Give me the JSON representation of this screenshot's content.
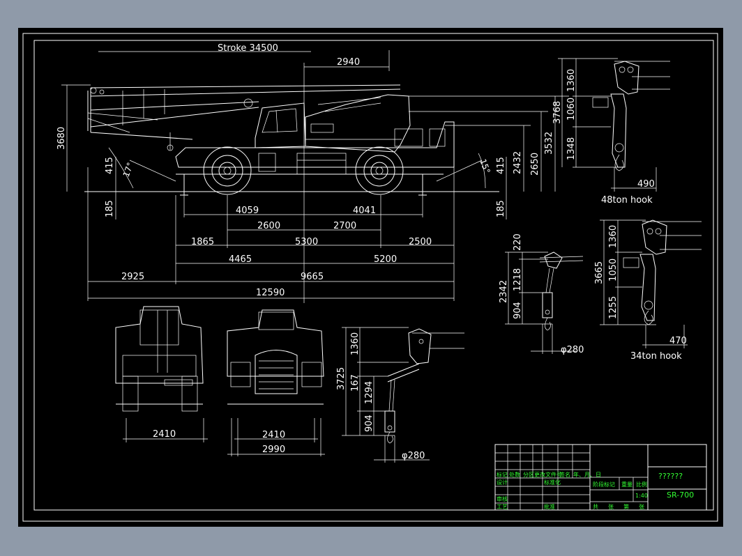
{
  "title_block": {
    "drawing_name": "??????",
    "model": "SR-700",
    "scale": "1:40",
    "row_labels_1": [
      "标记",
      "处数",
      "分区",
      "更改文件号",
      "签名",
      "年、月、日"
    ],
    "designer": "设计",
    "standardize": "标准化",
    "stage_mark": "阶段标记",
    "weight": "重量",
    "ratio": "比例",
    "review": "审核",
    "process": "工艺",
    "approve": "批准",
    "sheets": [
      "共",
      "张",
      "第",
      "张"
    ]
  },
  "side_view": {
    "stroke_label": "Stroke 34500",
    "dims": {
      "d2940": "2940",
      "d3680": "3680",
      "d415_left": "415",
      "d185_left": "185",
      "angle_left": "17°",
      "angle_right": "15°",
      "d415_right": "415",
      "d185_right": "185",
      "d2432": "2432",
      "d2650": "2650",
      "d3532": "3532",
      "d4059": "4059",
      "d4041": "4041",
      "d2600": "2600",
      "d2700": "2700",
      "d1865": "1865",
      "d5300": "5300",
      "d2500": "2500",
      "d4465": "4465",
      "d5200": "5200",
      "d2925": "2925",
      "d9665": "9665",
      "d12590": "12590"
    }
  },
  "hook_48": {
    "label": "48ton hook",
    "dims": {
      "d3768": "3768",
      "d1360": "1360",
      "d1060": "1060",
      "d1348": "1348",
      "d490": "490"
    }
  },
  "hook_34": {
    "label": "34ton hook",
    "dims": {
      "d3665": "3665",
      "d1360": "1360",
      "d1050": "1050",
      "d1255": "1255",
      "d470": "470"
    }
  },
  "hook_small_right": {
    "dims": {
      "d2342": "2342",
      "d220": "220",
      "d1218": "1218",
      "d904": "904",
      "phi": "φ280"
    }
  },
  "hook_small_center": {
    "dims": {
      "d3725": "3725",
      "d1360": "1360",
      "d167": "167",
      "d1294": "1294",
      "d904": "904",
      "phi": "φ280"
    }
  },
  "rear_view": {
    "dims": {
      "width": "2410"
    }
  },
  "front_view": {
    "dims": {
      "width": "2410",
      "overall": "2990"
    }
  }
}
